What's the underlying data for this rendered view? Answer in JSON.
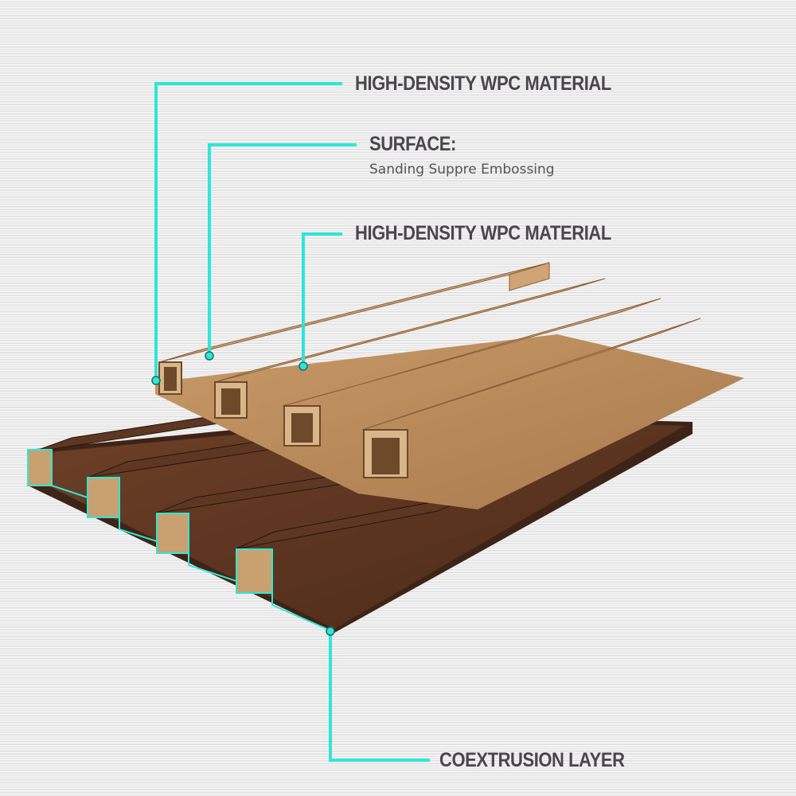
{
  "labels": {
    "top_material": "HIGH-DENSITY WPC MATERIAL",
    "surface_title": "SURFACE:",
    "surface_detail": "Sanding Suppre Embossing",
    "mid_material": "HIGH-DENSITY WPC MATERIAL",
    "coextrusion": "COEXTRUSION LAYER"
  },
  "colors": {
    "leader": "#2ee6d6",
    "text": "#4a464c",
    "light_wood": "#b98a58",
    "dark_wood": "#5a3420"
  }
}
